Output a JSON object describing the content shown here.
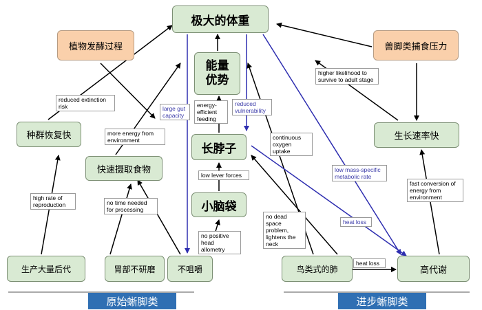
{
  "nodes": {
    "max_body_weight": "极大的体重",
    "plant_fermentation": "植物发酵过程",
    "theropod_pressure": "兽脚类捕食压力",
    "energy_advantage_line1": "能量",
    "energy_advantage_line2": "优势",
    "long_neck": "长脖子",
    "small_head": "小脑袋",
    "population_recovery": "种群恢复快",
    "fast_food_intake": "快速摄取食物",
    "growth_rate": "生长速率快",
    "mass_offspring": "生产大量后代",
    "no_gizzard": "胃部不研磨",
    "no_chewing": "不咀嚼",
    "bird_lung": "鸟类式的肺",
    "high_metabolism": "高代谢"
  },
  "labels": {
    "reduced_extinction": "reduced extinction risk",
    "more_energy": "more energy from environment",
    "high_reproduction": "high rate of reproduction",
    "no_processing_time": "no time needed for processing",
    "large_gut": "large gut capacity",
    "energy_efficient": "energy-efficient feeding",
    "reduced_vulnerability": "reduced vulnerability",
    "low_lever": "low lever forces",
    "no_head_allometry": "no positive head allometry",
    "continuous_oxygen": "continuous oxygen uptake",
    "no_dead_space": "no dead space problem, lightens the neck",
    "survive_adult": "higher likelihood to survive to adult stage",
    "low_mass_metabolic": "low mass-specific metabolic rate",
    "heat_loss_diag": "heat loss",
    "heat_loss_h": "heat loss",
    "fast_conversion": "fast conversion of energy from environment"
  },
  "banners": {
    "primitive": "原始蜥脚类",
    "advanced": "进步蜥脚类"
  },
  "colors": {
    "node_green": "#d9ead3",
    "node_orange": "#fad0ab",
    "banner_blue": "#2f6fb3",
    "arrow_black": "#000000",
    "arrow_blue": "#2e2eb0"
  }
}
